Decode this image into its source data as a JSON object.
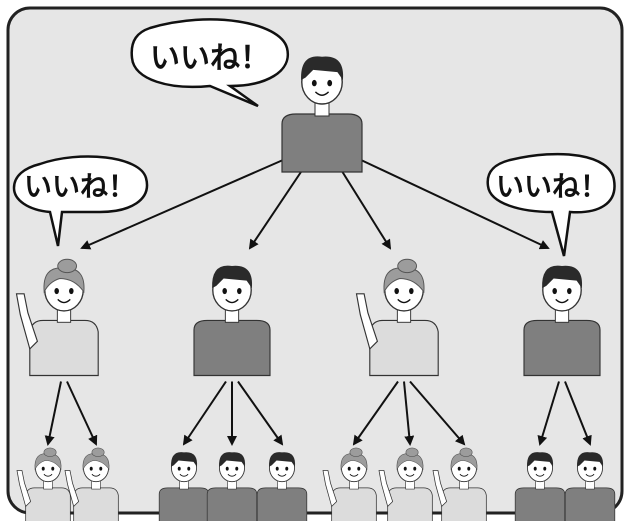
{
  "bubbles": {
    "top": "いいね！",
    "left": "いいね！",
    "right": "いいね！"
  },
  "colors": {
    "background": "#e6e6e6",
    "frame": "#222222",
    "shirt": "#7f7f7f",
    "skin": "#ffffff",
    "hair_woman": "#9c9c9c",
    "hair_man": "#2a2a2a",
    "arrow": "#111111"
  },
  "network": {
    "top": "man",
    "level2": [
      "woman",
      "man",
      "woman",
      "man"
    ],
    "level3": [
      [
        "woman",
        "woman"
      ],
      [
        "man",
        "man",
        "man"
      ],
      [
        "woman",
        "woman",
        "woman"
      ],
      [
        "man",
        "man"
      ]
    ]
  }
}
